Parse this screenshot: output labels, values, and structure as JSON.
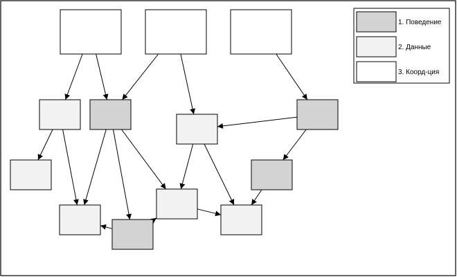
{
  "palette": {
    "behavior": "#d3d3d3",
    "data": "#f2f2f2",
    "coordination": "#ffffff",
    "stroke": "#000000"
  },
  "legend": {
    "items": [
      {
        "label": "1. Поведение",
        "category": "behavior"
      },
      {
        "label": "2. Данные",
        "category": "data"
      },
      {
        "label": "3. Коорд-ция",
        "category": "coordination"
      }
    ]
  },
  "nodes": [
    {
      "id": "top1",
      "category": "coordination"
    },
    {
      "id": "top2",
      "category": "coordination"
    },
    {
      "id": "top3",
      "category": "coordination"
    },
    {
      "id": "a1",
      "category": "data"
    },
    {
      "id": "a2",
      "category": "behavior"
    },
    {
      "id": "a3",
      "category": "data"
    },
    {
      "id": "a4",
      "category": "behavior"
    },
    {
      "id": "b1",
      "category": "data"
    },
    {
      "id": "b2",
      "category": "behavior"
    },
    {
      "id": "c1",
      "category": "data"
    },
    {
      "id": "c2",
      "category": "data"
    },
    {
      "id": "c3",
      "category": "data"
    },
    {
      "id": "c4",
      "category": "behavior"
    }
  ],
  "edges": [
    {
      "from": "top1",
      "to": "a1"
    },
    {
      "from": "top1",
      "to": "a2"
    },
    {
      "from": "top2",
      "to": "a2"
    },
    {
      "from": "top2",
      "to": "a3"
    },
    {
      "from": "top3",
      "to": "a4"
    },
    {
      "from": "a4",
      "to": "a3"
    },
    {
      "from": "a1",
      "to": "b1"
    },
    {
      "from": "a1",
      "to": "c1"
    },
    {
      "from": "a2",
      "to": "c1"
    },
    {
      "from": "a2",
      "to": "c4"
    },
    {
      "from": "a2",
      "to": "c2"
    },
    {
      "from": "a3",
      "to": "c2"
    },
    {
      "from": "a3",
      "to": "c3"
    },
    {
      "from": "a4",
      "to": "b2"
    },
    {
      "from": "c4",
      "to": "c1"
    },
    {
      "from": "c4",
      "to": "c2"
    },
    {
      "from": "c2",
      "to": "c3"
    },
    {
      "from": "b2",
      "to": "c3"
    }
  ]
}
